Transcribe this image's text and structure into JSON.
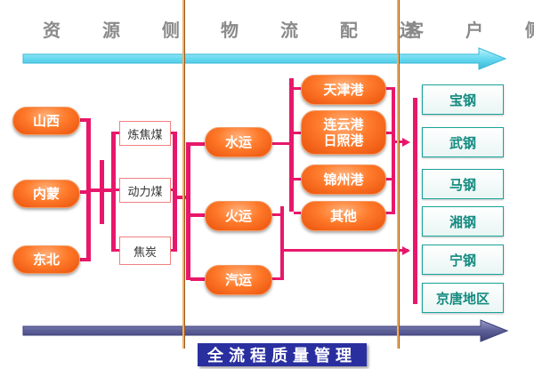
{
  "headers": {
    "resource": "资 源 侧",
    "logistics": "物 流 配 送",
    "customer": "客 户 侧"
  },
  "sources": [
    "山西",
    "内蒙",
    "东北"
  ],
  "coal_types": [
    "炼焦煤",
    "动力煤",
    "焦炭"
  ],
  "transport": [
    "水运",
    "火运",
    "汽运"
  ],
  "ports": [
    "天津港",
    "连云港",
    "日照港",
    "锦州港",
    "其他"
  ],
  "customers": [
    "宝钢",
    "武钢",
    "马钢",
    "湘钢",
    "宁钢",
    "京唐地区"
  ],
  "footer": "全流程质量管理",
  "colors": {
    "pill_orange": "#ff7a2a",
    "connector_magenta": "#e8176b",
    "customer_teal": "#138a80",
    "footer_navy": "#2a2fa0",
    "top_arrow_cyan": "#66d9f0",
    "bottom_arrow_slate": "#5c5f96"
  }
}
